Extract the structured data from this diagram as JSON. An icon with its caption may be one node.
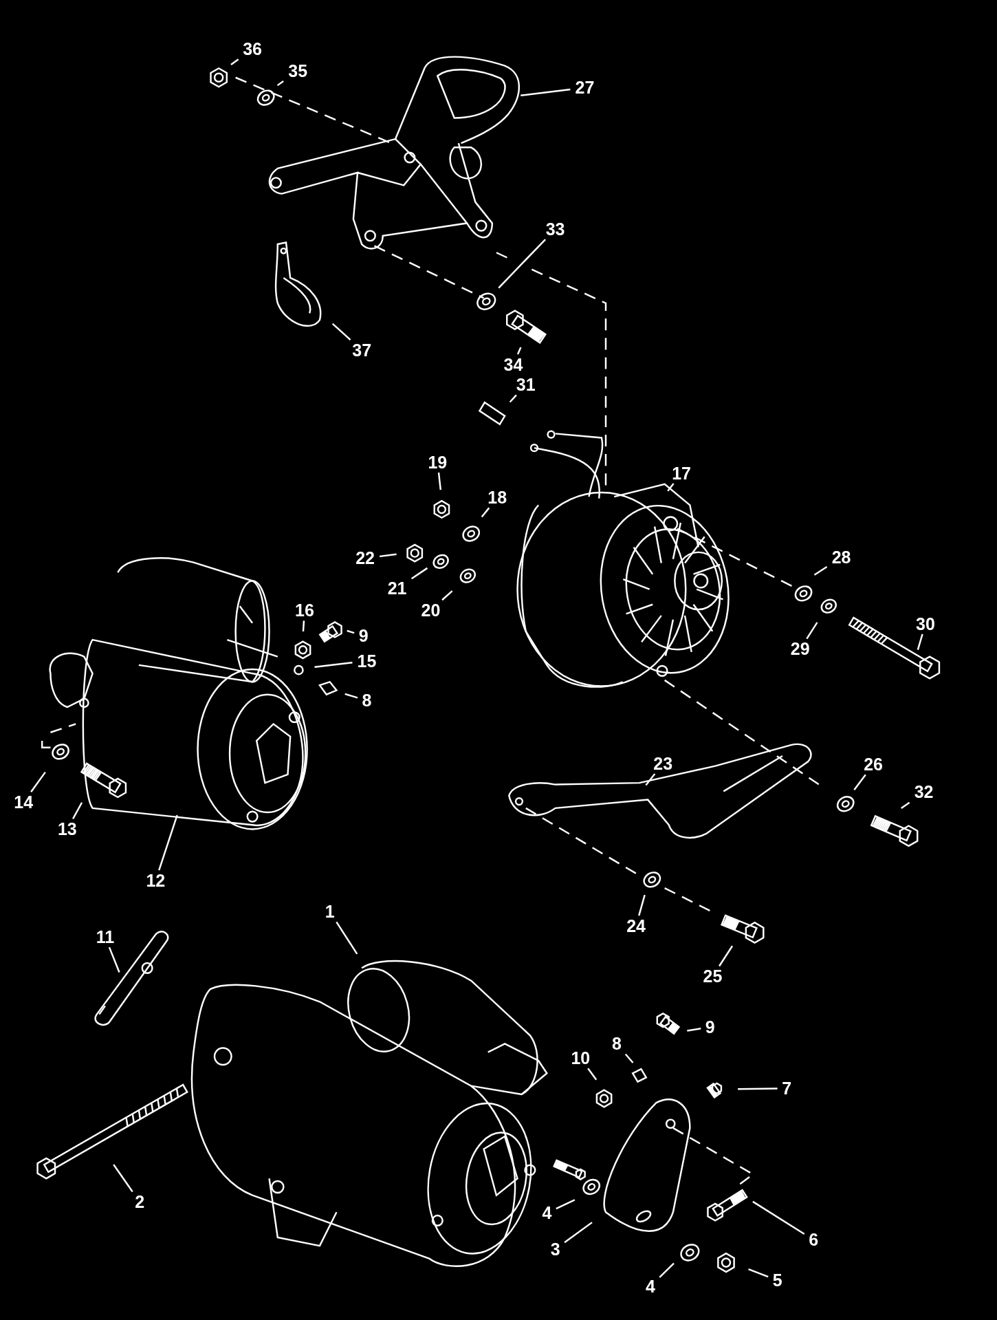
{
  "diagram": {
    "nodes": [
      {
        "text": [
          "36"
        ]
      },
      {
        "text": [
          "35"
        ]
      },
      {
        "text": [
          "27"
        ]
      },
      {
        "text": [
          "33"
        ]
      },
      {
        "text": [
          "34"
        ]
      },
      {
        "text": [
          "37"
        ]
      },
      {
        "text": [
          "31"
        ]
      },
      {
        "text": [
          "19"
        ]
      },
      {
        "text": [
          "18"
        ]
      },
      {
        "text": [
          "22"
        ]
      },
      {
        "text": [
          "21"
        ]
      },
      {
        "text": [
          "20"
        ]
      },
      {
        "text": [
          "17"
        ]
      },
      {
        "text": [
          "28"
        ]
      },
      {
        "text": [
          "29"
        ]
      },
      {
        "text": [
          "30"
        ]
      },
      {
        "text": [
          "16"
        ]
      },
      {
        "text": [
          "9"
        ]
      },
      {
        "text": [
          "15"
        ]
      },
      {
        "text": [
          "8"
        ]
      },
      {
        "text": [
          "14"
        ]
      },
      {
        "text": [
          "13"
        ]
      },
      {
        "text": [
          "12"
        ]
      },
      {
        "text": [
          "23"
        ]
      },
      {
        "text": [
          "26"
        ]
      },
      {
        "text": [
          "32"
        ]
      },
      {
        "text": [
          "24"
        ]
      },
      {
        "text": [
          "25"
        ]
      },
      {
        "text": [
          "1"
        ]
      },
      {
        "text": [
          "11"
        ]
      },
      {
        "text": [
          "2"
        ]
      },
      {
        "text": [
          "9"
        ]
      },
      {
        "text": [
          "8"
        ]
      },
      {
        "text": [
          "10"
        ]
      },
      {
        "text": [
          "7"
        ]
      },
      {
        "text": [
          "4"
        ]
      },
      {
        "text": [
          "3"
        ]
      },
      {
        "text": [
          "6"
        ]
      },
      {
        "text": [
          "4"
        ]
      },
      {
        "text": [
          "5"
        ]
      }
    ],
    "edges": [
      {
        "from": 0,
        "to": null,
        "arrow": "none"
      },
      {
        "from": 1,
        "to": null,
        "arrow": "none"
      },
      {
        "from": 2,
        "to": null,
        "arrow": "none"
      },
      {
        "from": 3,
        "to": null,
        "arrow": "none"
      },
      {
        "from": 4,
        "to": null,
        "arrow": "none"
      },
      {
        "from": 5,
        "to": null,
        "arrow": "none"
      },
      {
        "from": 6,
        "to": null,
        "arrow": "none"
      },
      {
        "from": 7,
        "to": null,
        "arrow": "none"
      },
      {
        "from": 8,
        "to": null,
        "arrow": "none"
      },
      {
        "from": 9,
        "to": null,
        "arrow": "none"
      },
      {
        "from": 10,
        "to": null,
        "arrow": "none"
      },
      {
        "from": 11,
        "to": null,
        "arrow": "none"
      },
      {
        "from": 12,
        "to": null,
        "arrow": "none"
      },
      {
        "from": 13,
        "to": null,
        "arrow": "none"
      },
      {
        "from": 14,
        "to": null,
        "arrow": "none"
      },
      {
        "from": 15,
        "to": null,
        "arrow": "none"
      },
      {
        "from": 16,
        "to": null,
        "arrow": "none"
      },
      {
        "from": 17,
        "to": null,
        "arrow": "none"
      },
      {
        "from": 18,
        "to": null,
        "arrow": "none"
      },
      {
        "from": 19,
        "to": null,
        "arrow": "none"
      },
      {
        "from": 20,
        "to": null,
        "arrow": "none"
      },
      {
        "from": 21,
        "to": null,
        "arrow": "none"
      },
      {
        "from": 22,
        "to": null,
        "arrow": "none"
      },
      {
        "from": 23,
        "to": null,
        "arrow": "none"
      },
      {
        "from": 24,
        "to": null,
        "arrow": "none"
      },
      {
        "from": 25,
        "to": null,
        "arrow": "none"
      },
      {
        "from": 26,
        "to": null,
        "arrow": "none"
      },
      {
        "from": 27,
        "to": null,
        "arrow": "none"
      },
      {
        "from": 28,
        "to": null,
        "arrow": "none"
      },
      {
        "from": 29,
        "to": null,
        "arrow": "none"
      },
      {
        "from": 30,
        "to": null,
        "arrow": "none"
      },
      {
        "from": 31,
        "to": null,
        "arrow": "none"
      },
      {
        "from": 32,
        "to": null,
        "arrow": "none"
      },
      {
        "from": 33,
        "to": null,
        "arrow": "none"
      },
      {
        "from": 34,
        "to": null,
        "arrow": "none"
      },
      {
        "from": 35,
        "to": null,
        "arrow": "none"
      },
      {
        "from": 36,
        "to": null,
        "arrow": "none"
      },
      {
        "from": 37,
        "to": null,
        "arrow": "none"
      },
      {
        "from": 38,
        "to": null,
        "arrow": "none"
      },
      {
        "from": 39,
        "to": null,
        "arrow": "none"
      }
    ]
  }
}
